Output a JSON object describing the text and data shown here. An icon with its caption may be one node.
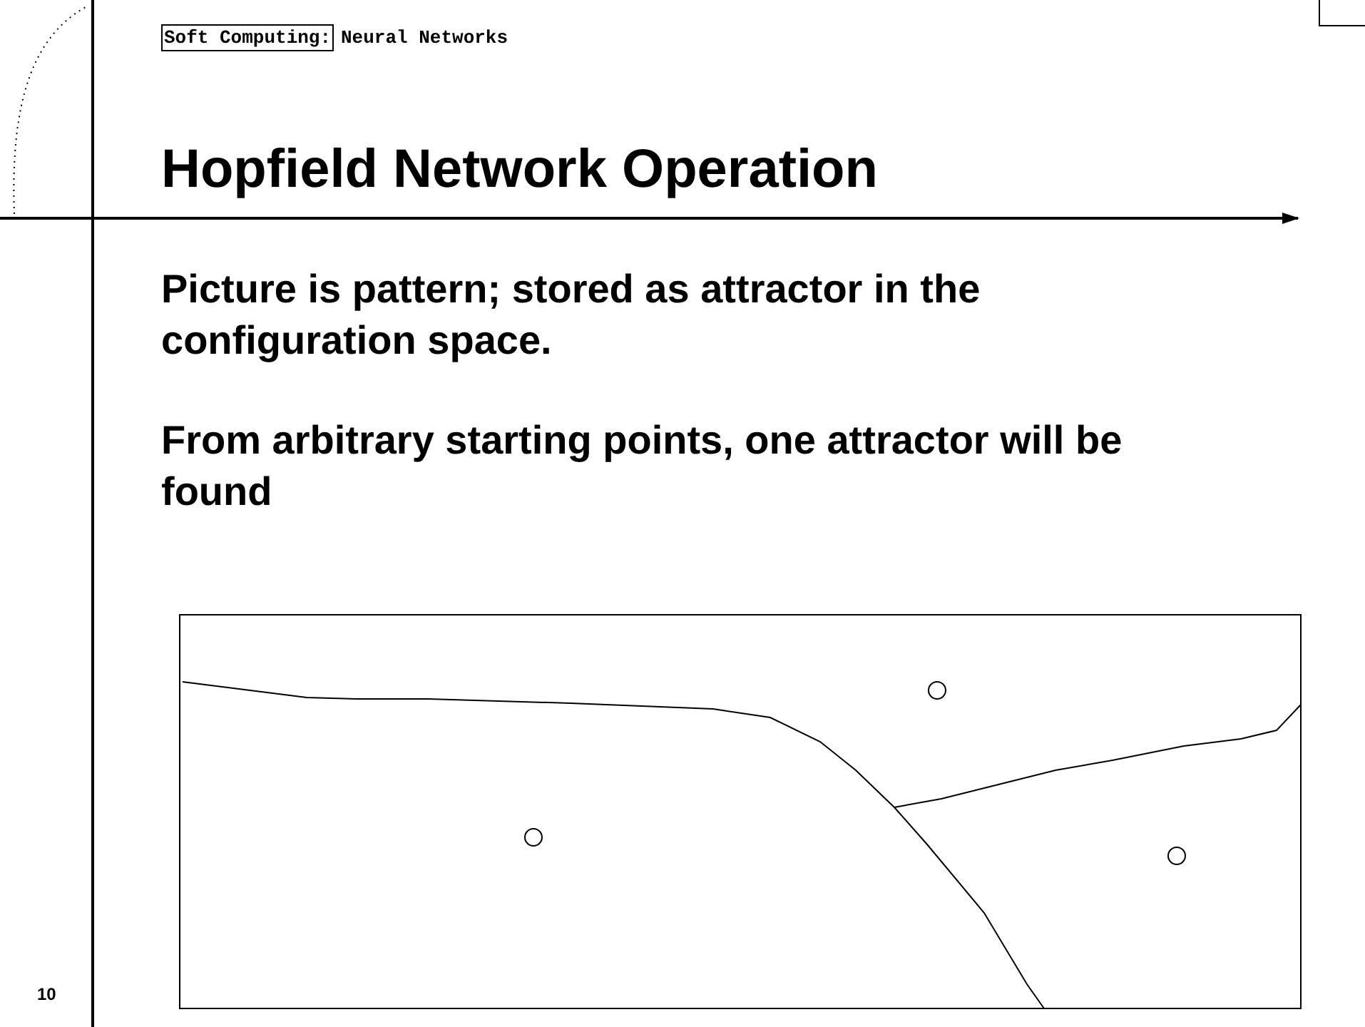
{
  "diagram": {
    "title": "Hopfield Network Operation",
    "nodes": [
      {
        "text": [
          "Soft Computing:"
        ]
      }
    ],
    "labels": [
      "Neural Networks",
      "Picture is pattern; stored as attractor in the configuration space.",
      "From arbitrary starting points, one attractor will be found",
      "10"
    ]
  }
}
